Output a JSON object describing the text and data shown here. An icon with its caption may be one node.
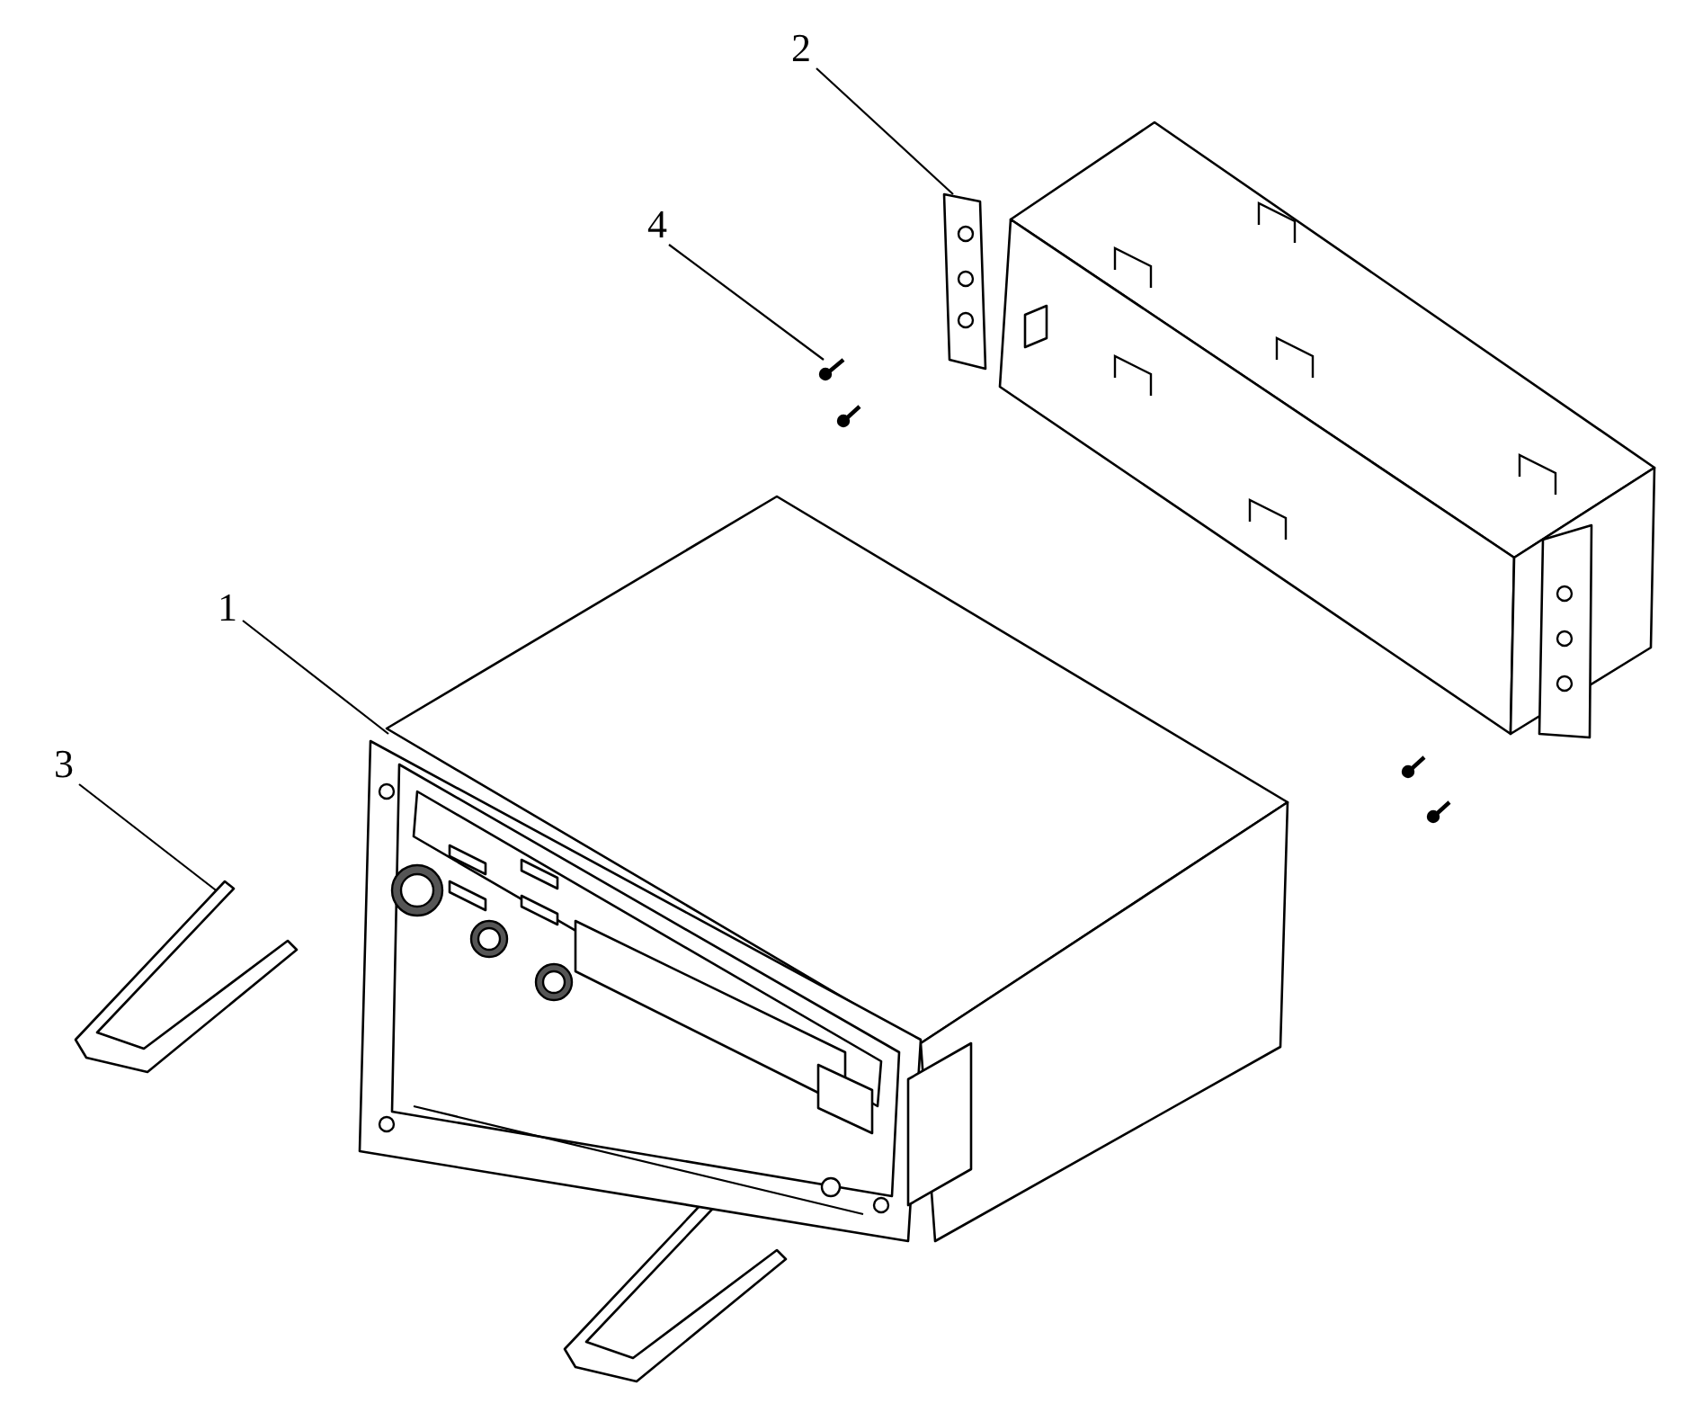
{
  "diagram": {
    "nodes": [
      {
        "text": [
          "1"
        ]
      },
      {
        "text": [],
        "shape": "picture"
      },
      {
        "text": [
          "2"
        ]
      },
      {
        "text": [],
        "shape": "picture"
      },
      {
        "text": [
          "3"
        ]
      },
      {
        "text": [],
        "shape": "picture"
      },
      {
        "text": [
          "4"
        ]
      },
      {
        "text": [],
        "shape": "picture"
      }
    ],
    "edges": [
      {
        "from": 0,
        "to": 1,
        "arrow": "none"
      },
      {
        "from": 2,
        "to": 3,
        "arrow": "none"
      },
      {
        "from": 4,
        "to": 5,
        "arrow": "none"
      },
      {
        "from": 6,
        "to": 7,
        "arrow": "none"
      }
    ]
  }
}
